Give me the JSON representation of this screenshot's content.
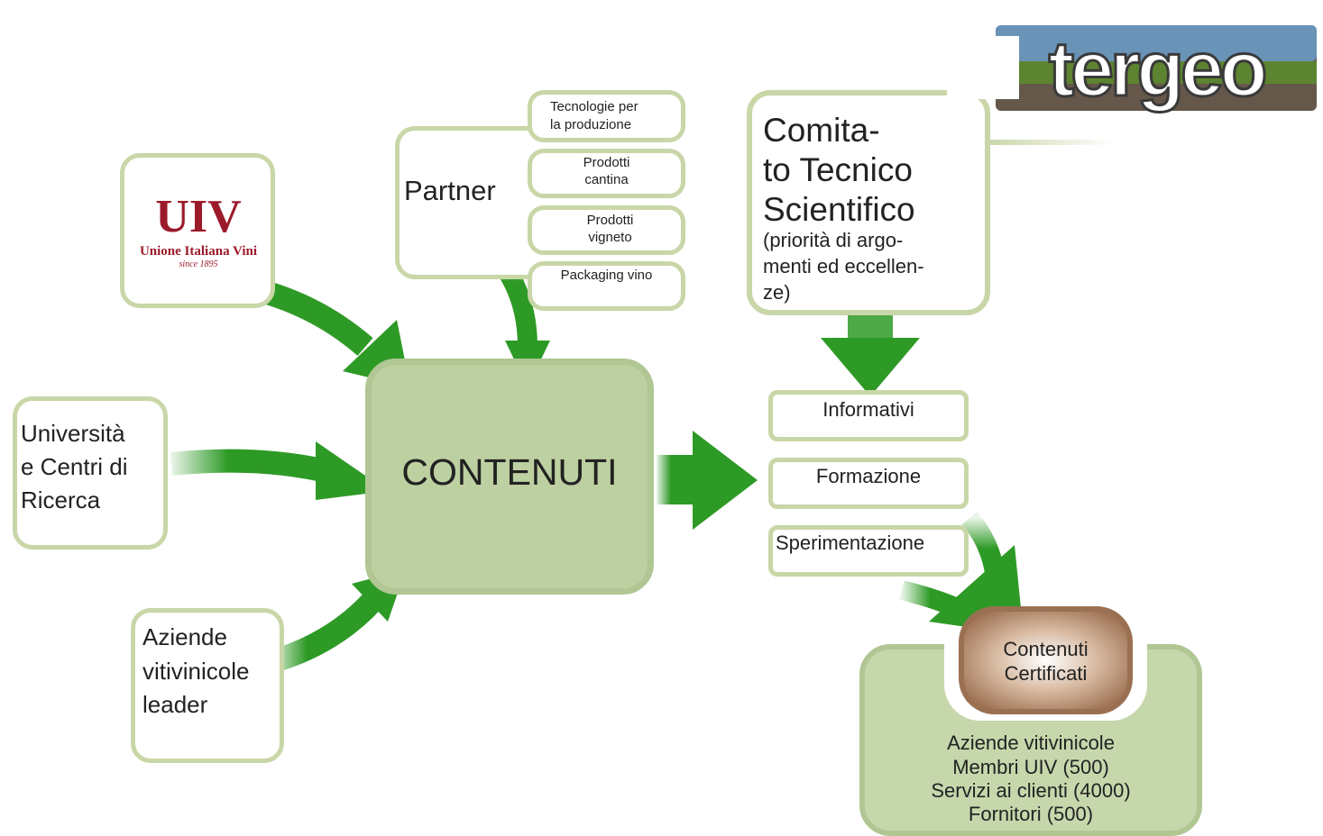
{
  "colors": {
    "arrow": "#2e9a26",
    "box_border": "#c9d6a7",
    "center_fill": "#bdd0a1",
    "certified_fill": "#8b5a3a"
  },
  "logo": {
    "name": "tergeo"
  },
  "uiv": {
    "name": "Unione Italiana Vini",
    "since": "since 1895"
  },
  "nodes": {
    "universita": [
      "Università",
      "e Centri di",
      "Ricerca"
    ],
    "aziende": [
      "Aziende",
      "vitivinicole",
      "leader"
    ],
    "partner": "Partner",
    "partner_items": [
      [
        "Tecnologie per",
        "la produzione"
      ],
      [
        "Prodotti",
        "cantina"
      ],
      [
        "Prodotti",
        "vigneto"
      ],
      [
        "Packaging vino"
      ]
    ],
    "center": "CONTENUTI",
    "comitato": {
      "title": [
        "Comita-",
        "to Tecnico",
        "Scientifico"
      ],
      "sub": [
        "(priorità di argo-",
        "menti ed eccellen-",
        "ze)"
      ]
    },
    "outputs": [
      "Informativi",
      "Formazione",
      "Sperimentazione"
    ],
    "certificati": [
      "Contenuti",
      "Certificati"
    ],
    "audience": [
      "Aziende vitivinicole",
      "Membri UIV (500)",
      "Servizi ai clienti (4000)",
      "Fornitori (500)"
    ]
  }
}
